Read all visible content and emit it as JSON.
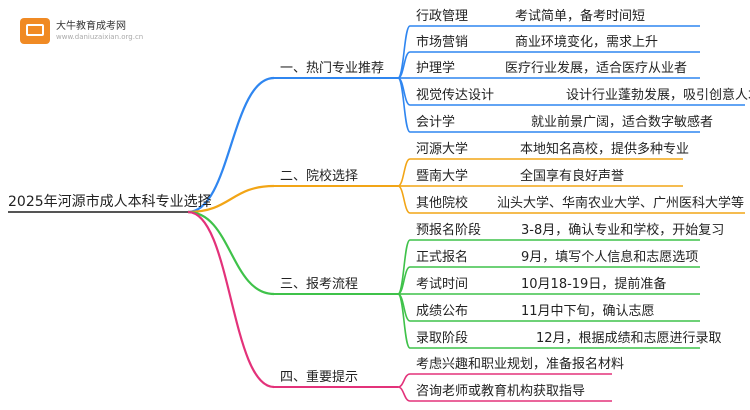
{
  "brand": {
    "name": "大牛教育成考网",
    "url": "www.daniuzaixian.org.cn"
  },
  "root": "2025年河源市成人本科专业选择",
  "branches": [
    {
      "label": "一、热门专业推荐",
      "color": "#2f86f0",
      "children": [
        {
          "label": "行政管理",
          "desc": "考试简单，备考时间短"
        },
        {
          "label": "市场营销",
          "desc": "商业环境变化，需求上升"
        },
        {
          "label": "护理学",
          "desc": "医疗行业发展，适合医疗从业者"
        },
        {
          "label": "视觉传达设计",
          "desc": "设计行业蓬勃发展，吸引创意人才"
        },
        {
          "label": "会计学",
          "desc": "就业前景广阔，适合数字敏感者"
        }
      ]
    },
    {
      "label": "二、院校选择",
      "color": "#f2a516",
      "children": [
        {
          "label": "河源大学",
          "desc": "本地知名高校，提供多种专业"
        },
        {
          "label": "暨南大学",
          "desc": "全国享有良好声誉"
        },
        {
          "label": "其他院校",
          "desc": "汕头大学、华南农业大学、广州医科大学等"
        }
      ]
    },
    {
      "label": "三、报考流程",
      "color": "#3fc24a",
      "children": [
        {
          "label": "预报名阶段",
          "desc": "3-8月，确认专业和学校，开始复习"
        },
        {
          "label": "正式报名",
          "desc": "9月，填写个人信息和志愿选项"
        },
        {
          "label": "考试时间",
          "desc": "10月18-19日，提前准备"
        },
        {
          "label": "成绩公布",
          "desc": "11月中下旬，确认志愿"
        },
        {
          "label": "录取阶段",
          "desc": "12月，根据成绩和志愿进行录取"
        }
      ]
    },
    {
      "label": "四、重要提示",
      "color": "#e3327a",
      "children": [
        {
          "label": "考虑兴趣和职业规划，准备报名材料",
          "desc": ""
        },
        {
          "label": "咨询老师或教育机构获取指导",
          "desc": ""
        }
      ]
    }
  ]
}
